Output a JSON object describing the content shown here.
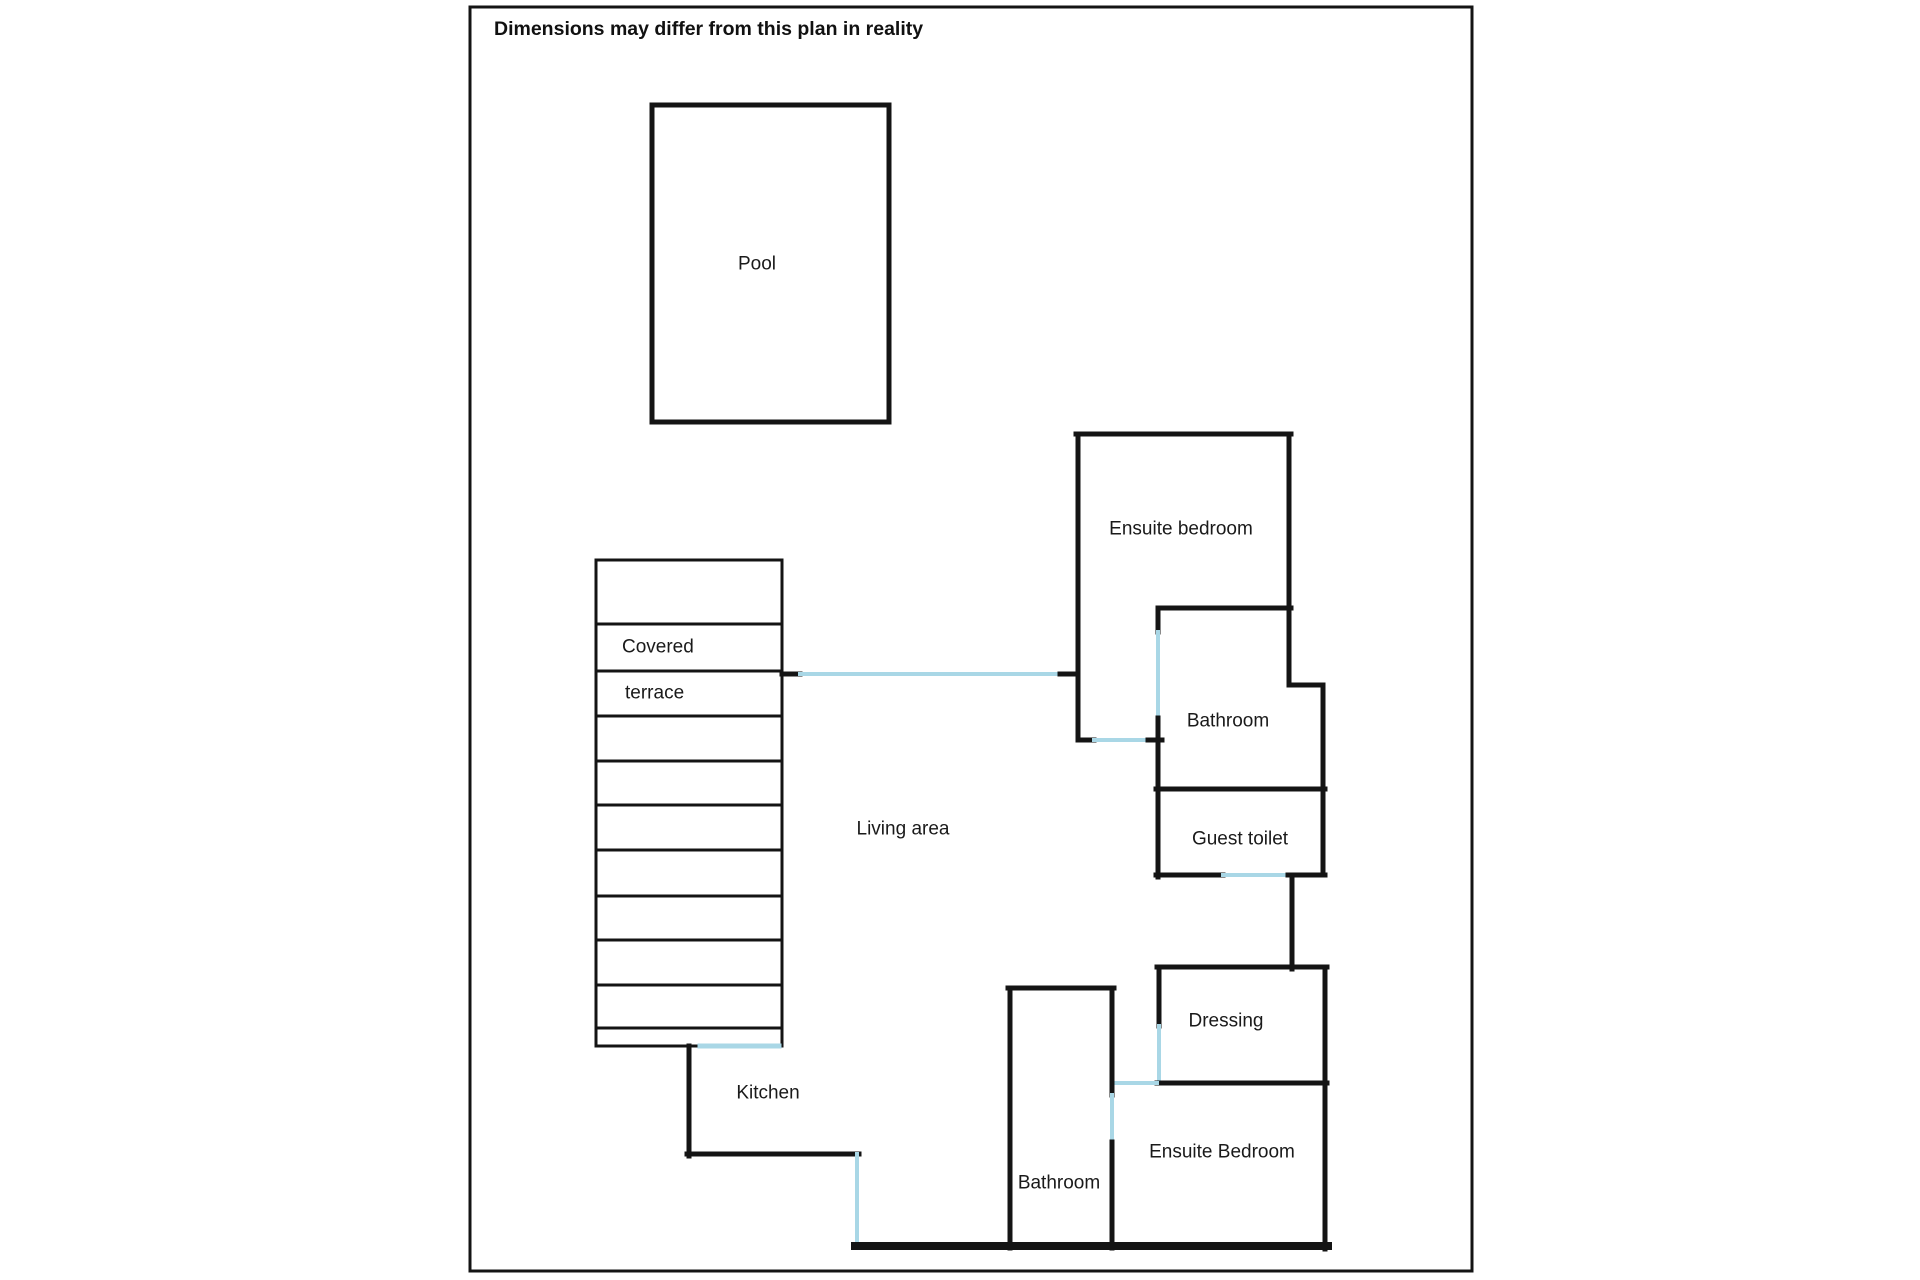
{
  "plan": {
    "disclaimer": "Dimensions may differ from this plan in reality",
    "colors": {
      "wall": "#141414",
      "opening": "#a9d7e6",
      "background": "#ffffff"
    },
    "rooms": {
      "pool": {
        "label": "Pool"
      },
      "covered_terrace": {
        "label_line1": "Covered",
        "label_line2": "terrace"
      },
      "living_area": {
        "label": "Living area"
      },
      "kitchen": {
        "label": "Kitchen"
      },
      "ensuite_bedroom_top": {
        "label": "Ensuite bedroom"
      },
      "bathroom_ensuite_top": {
        "label": "Bathroom"
      },
      "guest_toilet": {
        "label": "Guest toilet"
      },
      "dressing": {
        "label": "Dressing"
      },
      "ensuite_bedroom_bottom": {
        "label": "Ensuite Bedroom"
      },
      "bathroom_bottom": {
        "label": "Bathroom"
      }
    }
  }
}
